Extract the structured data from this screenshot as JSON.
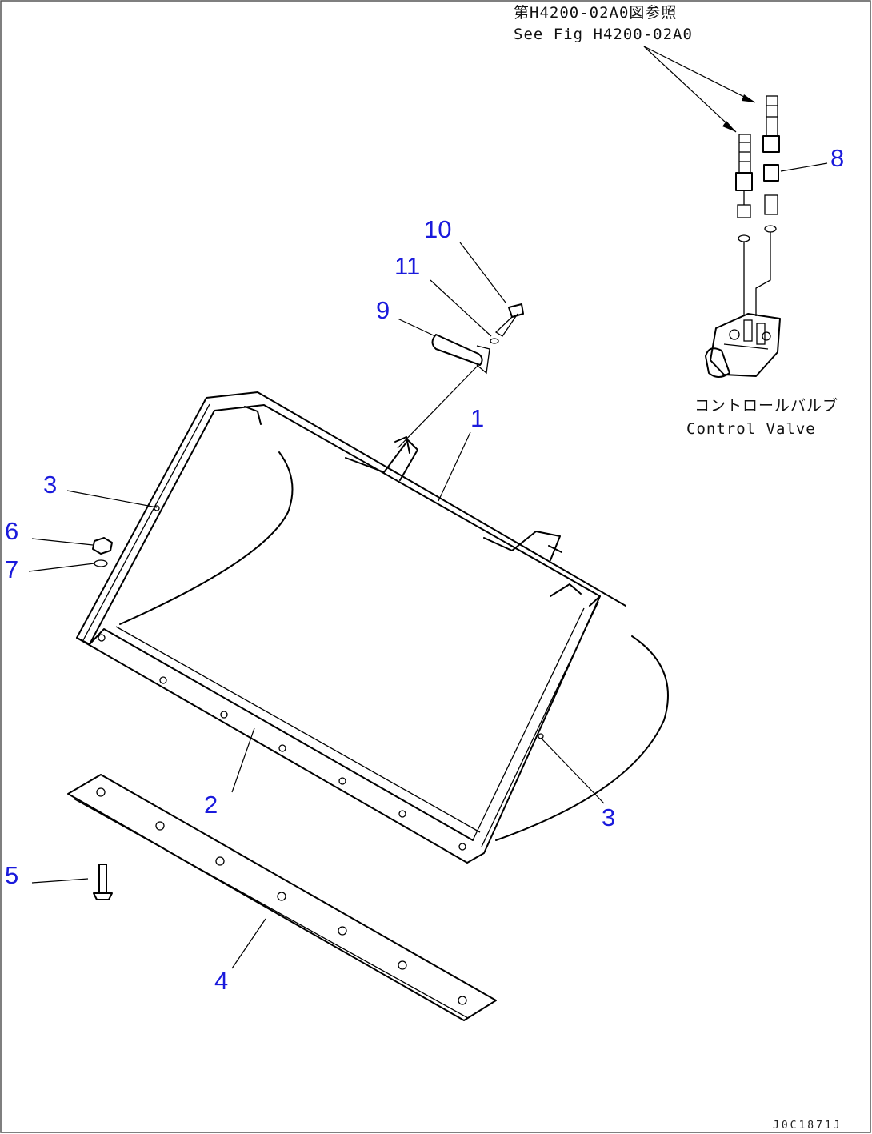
{
  "reference_note": {
    "japanese": "第H4200-02A0図参照",
    "english": "See Fig H4200-02A0"
  },
  "control_valve_label": {
    "japanese": "コントロールバルブ",
    "english": "Control Valve"
  },
  "callouts": [
    {
      "id": "c1",
      "label": "1"
    },
    {
      "id": "c2",
      "label": "2"
    },
    {
      "id": "c3a",
      "label": "3"
    },
    {
      "id": "c3b",
      "label": "3"
    },
    {
      "id": "c4",
      "label": "4"
    },
    {
      "id": "c5",
      "label": "5"
    },
    {
      "id": "c6",
      "label": "6"
    },
    {
      "id": "c7",
      "label": "7"
    },
    {
      "id": "c8",
      "label": "8"
    },
    {
      "id": "c9",
      "label": "9"
    },
    {
      "id": "c10",
      "label": "10"
    },
    {
      "id": "c11",
      "label": "11"
    }
  ],
  "document_id": "J0C1871J",
  "colors": {
    "callout": "#1a1adc",
    "line": "#000000",
    "background": "#ffffff"
  }
}
